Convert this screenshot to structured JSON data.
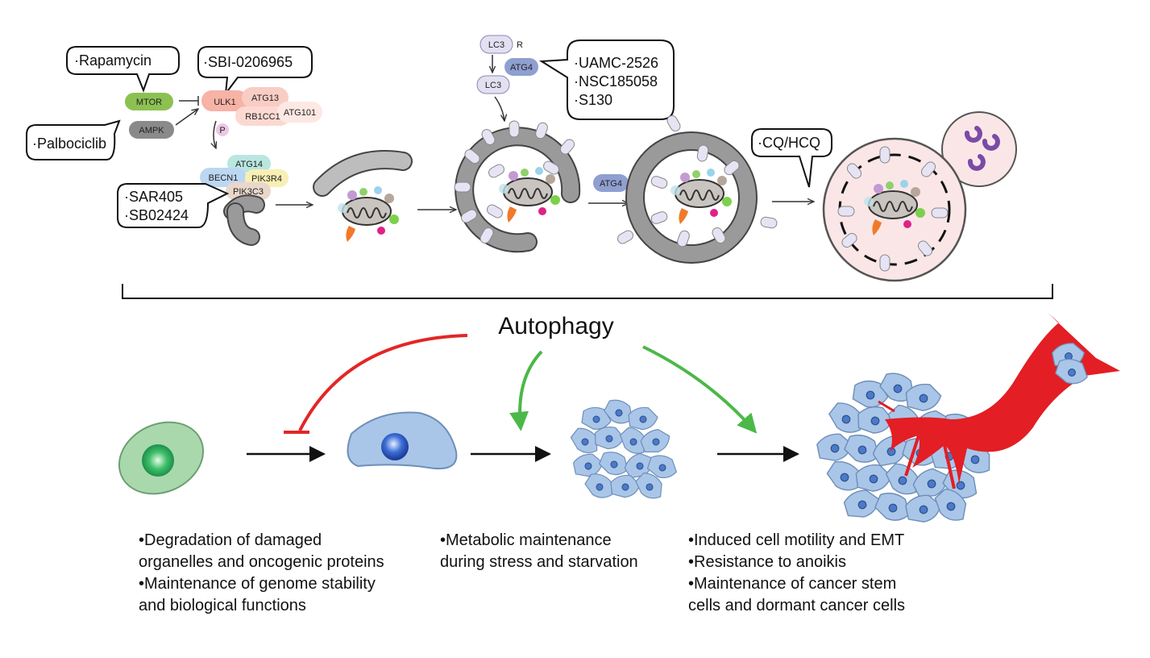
{
  "regulators": {
    "mtor": "MTOR",
    "ampk": "AMPK",
    "ulk1": "ULK1",
    "atg13": "ATG13",
    "rb1cc1": "RB1CC1",
    "atg101": "ATG101",
    "p": "P",
    "atg14": "ATG14",
    "becn1": "BECN1",
    "pik3r4": "PIK3R4",
    "pik3c3": "PIK3C3",
    "lc3_top": "LC3",
    "lc3_r": "R",
    "atg4_top": "ATG4",
    "lc3_mid": "LC3",
    "atg4_mid": "ATG4"
  },
  "inhibitors": {
    "rapamycin": "·Rapamycin",
    "palbociclib": "·Palbociclib",
    "sbi": "·SBI-0206965",
    "sar405": "·SAR405",
    "sb02424": "·SB02424",
    "uamc": "·UAMC-2526",
    "nsc": "·NSC185058",
    "s130": "·S130",
    "cq": "·CQ/HCQ"
  },
  "center_label": "Autophagy",
  "outcomes": {
    "left": [
      "•Degradation of damaged",
      "organelles and oncogenic proteins",
      "•Maintenance of genome stability",
      "and biological functions"
    ],
    "middle": [
      "•Metabolic maintenance",
      "during stress and starvation"
    ],
    "right": [
      "•Induced cell motility and EMT",
      "•Resistance to anoikis",
      "•Maintenance of cancer stem",
      "cells and dormant cancer cells"
    ]
  },
  "colors": {
    "mtor": "#8cc152",
    "ampk": "#8a8a8a",
    "ulk1": "#f6b3a6",
    "atg4": "#8f9fd0",
    "lc3": "#e3e0f2",
    "membrane": "#9a9a9a",
    "inhibit_red": "#e32626",
    "promote_green": "#4cb848",
    "cancer_cell": "#a9c6e8",
    "normal_cell": "#a9d8ac",
    "vessel": "#e31e24"
  }
}
